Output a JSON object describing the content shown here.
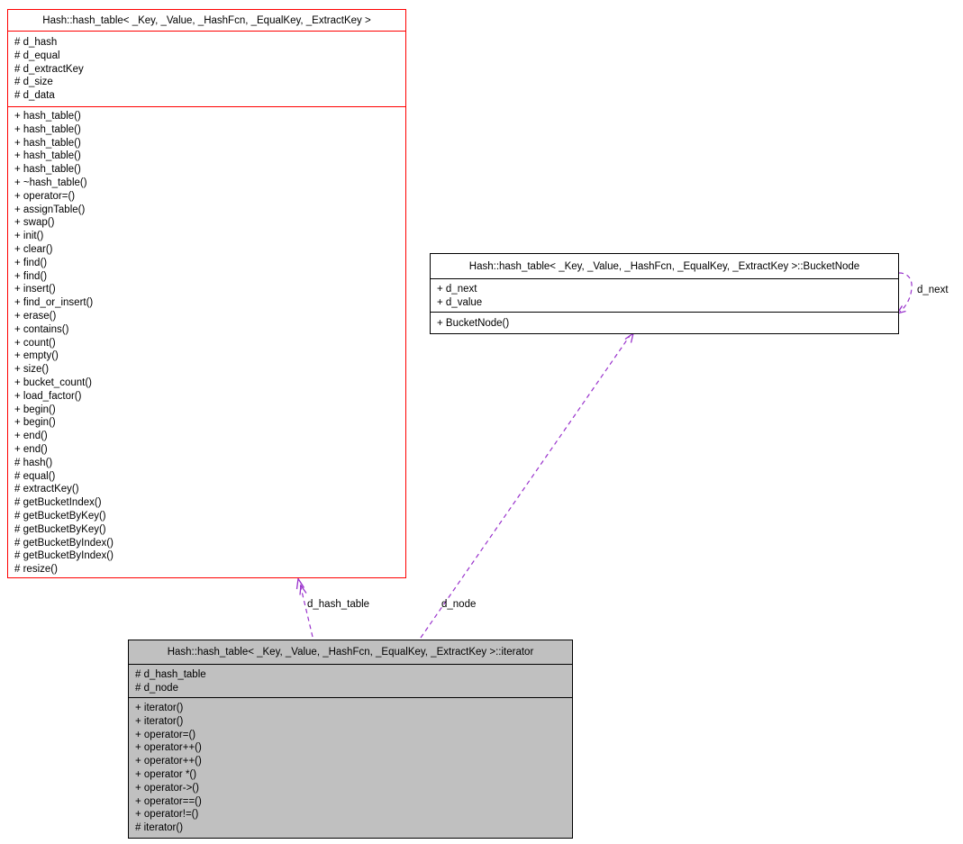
{
  "diagram": {
    "type": "uml-collaboration-graph",
    "background_color": "#ffffff",
    "edge_color": "#9932cc",
    "highlight_border_color": "#ff0000",
    "current_class_fill": "#c0c0c0"
  },
  "classes": [
    {
      "id": "hash_table",
      "title": "Hash::hash_table< _Key, _Value, _HashFcn, _EqualKey, _ExtractKey >",
      "border_color": "#ff0000",
      "fill": "#ffffff",
      "attributes": [
        "# d_hash",
        "# d_equal",
        "# d_extractKey",
        "# d_size",
        "# d_data"
      ],
      "methods": [
        "+ hash_table()",
        "+ hash_table()",
        "+ hash_table()",
        "+ hash_table()",
        "+ hash_table()",
        "+ ~hash_table()",
        "+ operator=()",
        "+ assignTable()",
        "+ swap()",
        "+ init()",
        "+ clear()",
        "+ find()",
        "+ find()",
        "+ insert()",
        "+ find_or_insert()",
        "+ erase()",
        "+ contains()",
        "+ count()",
        "+ empty()",
        "+ size()",
        "+ bucket_count()",
        "+ load_factor()",
        "+ begin()",
        "+ begin()",
        "+ end()",
        "+ end()",
        "# hash()",
        "# equal()",
        "# extractKey()",
        "# getBucketIndex()",
        "# getBucketByKey()",
        "# getBucketByKey()",
        "# getBucketByIndex()",
        "# getBucketByIndex()",
        "# resize()"
      ]
    },
    {
      "id": "bucket_node",
      "title": "Hash::hash_table< _Key, _Value, _HashFcn, _EqualKey, _ExtractKey >::BucketNode",
      "border_color": "#000000",
      "fill": "#ffffff",
      "attributes": [
        "+ d_next",
        "+ d_value"
      ],
      "methods": [
        "+ BucketNode()"
      ]
    },
    {
      "id": "iterator",
      "title": "Hash::hash_table< _Key, _Value, _HashFcn, _EqualKey, _ExtractKey >::iterator",
      "border_color": "#000000",
      "fill": "#c0c0c0",
      "attributes": [
        "# d_hash_table",
        "# d_node"
      ],
      "methods": [
        "+ iterator()",
        "+ iterator()",
        "+ operator=()",
        "+ operator++()",
        "+ operator++()",
        "+ operator *()",
        "+ operator->()",
        "+ operator==()",
        "+ operator!=()",
        "# iterator()"
      ]
    }
  ],
  "edges": [
    {
      "label": "d_hash_table",
      "from": "iterator",
      "to": "hash_table"
    },
    {
      "label": "d_node",
      "from": "iterator",
      "to": "bucket_node"
    },
    {
      "label": "d_next",
      "from": "bucket_node",
      "to": "bucket_node"
    }
  ]
}
